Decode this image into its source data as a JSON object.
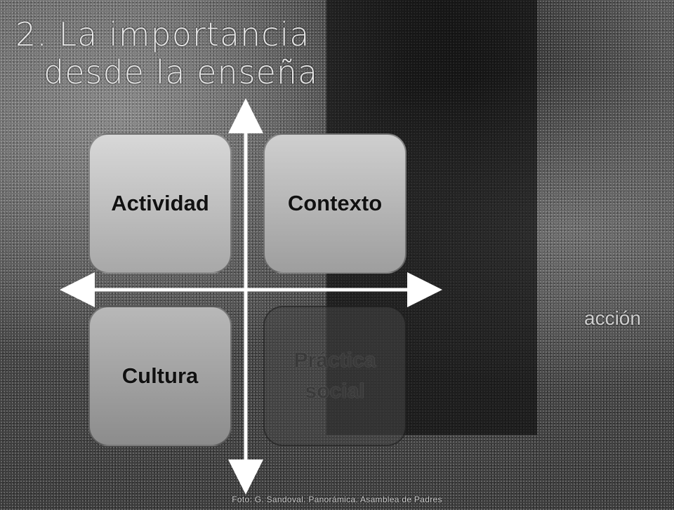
{
  "slide": {
    "title_line1": "2. La importancia",
    "title_line2": "desde la enseña",
    "quadrants": [
      {
        "label": "Actividad"
      },
      {
        "label": "Contexto"
      },
      {
        "label": "Cultura"
      },
      {
        "label_line1": "Práctica",
        "label_line2": "social"
      }
    ],
    "side_text": "acción",
    "footer_caption": "Foto: G. Sandoval. Panorámica. Asamblea de Padres"
  },
  "colors": {
    "box_light": "#cfcfcf",
    "box_mid": "#a8a8a8",
    "box_dark": "#464646",
    "arrow": "#ffffff"
  }
}
